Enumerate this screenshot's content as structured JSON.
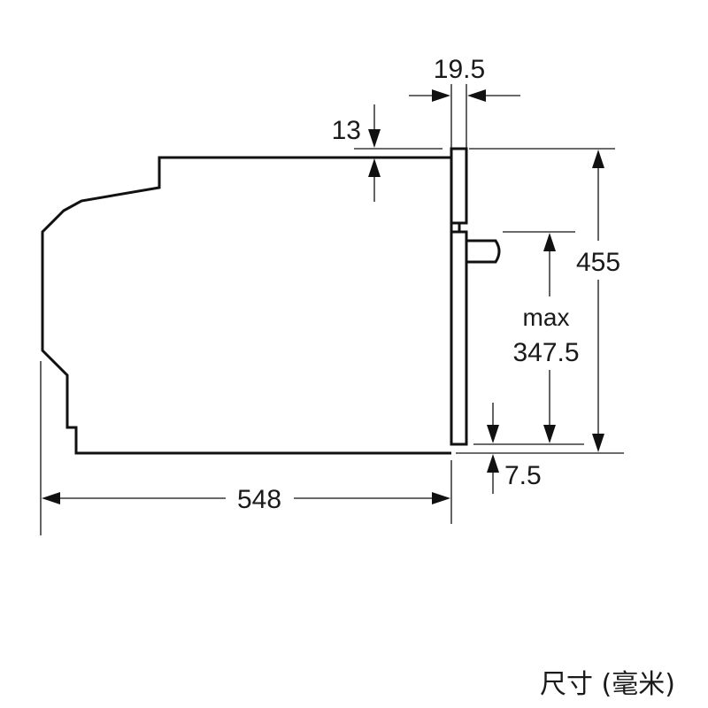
{
  "diagram": {
    "dimensions": {
      "door_thickness": "19.5",
      "top_offset": "13",
      "total_height": "455",
      "max_label": "max",
      "opening_height": "347.5",
      "bottom_offset": "7.5",
      "depth": "548"
    },
    "caption": "尺寸 (毫米)"
  }
}
